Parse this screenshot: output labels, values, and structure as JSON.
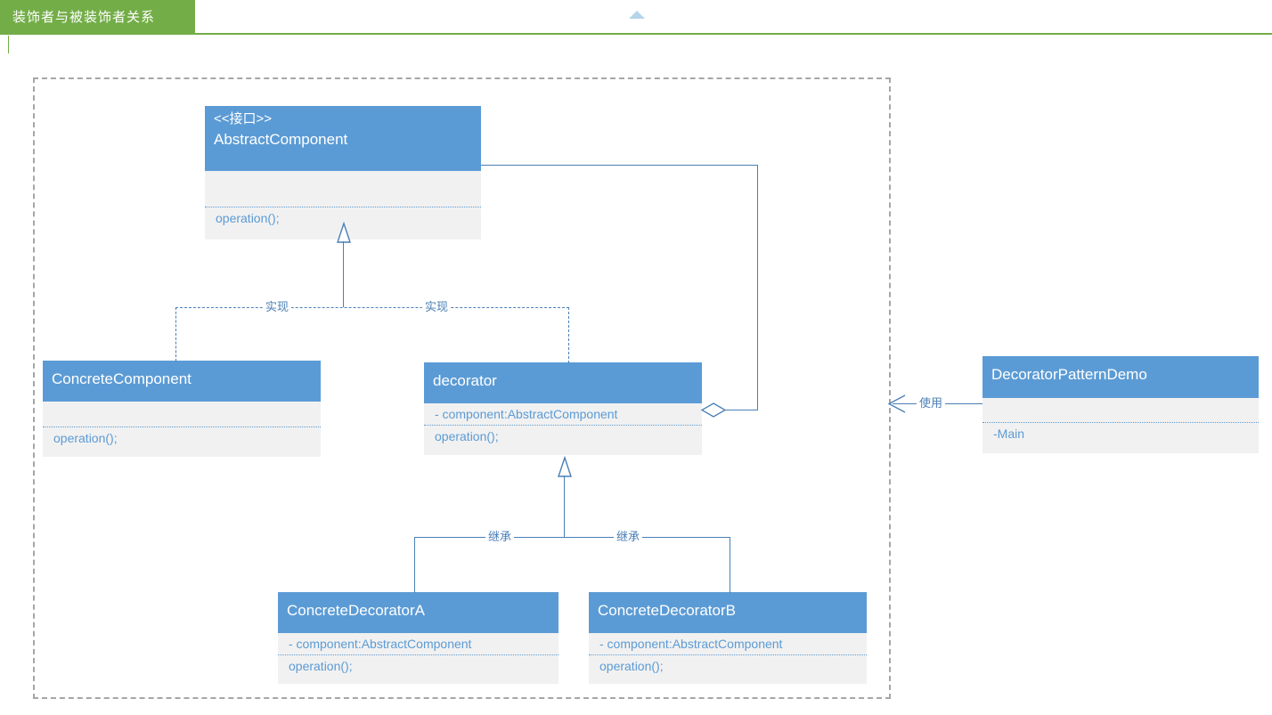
{
  "window": {
    "tab_label": "装饰者与被装饰者关系",
    "collapse_icon": "triangle-up-icon",
    "accent_green": "#73ad47",
    "accent_blue": "#5b9bd5",
    "line_blue": "#4a7fb5",
    "body_gray": "#f1f1f1",
    "group_border": "#a6a6a6"
  },
  "diagram": {
    "type": "uml-class-diagram",
    "classes": [
      {
        "id": "abstract-component",
        "stereotype": "<<接口>>",
        "name": "AbstractComponent",
        "attributes": [],
        "operations": [
          "operation();"
        ]
      },
      {
        "id": "concrete-component",
        "stereotype": "",
        "name": "ConcreteComponent",
        "attributes": [],
        "operations": [
          "operation();"
        ]
      },
      {
        "id": "decorator",
        "stereotype": "",
        "name": "decorator",
        "attributes": [
          "- component:AbstractComponent"
        ],
        "operations": [
          "operation();"
        ]
      },
      {
        "id": "decorator-pattern-demo",
        "stereotype": "",
        "name": "DecoratorPatternDemo",
        "attributes": [],
        "operations": [
          "-Main"
        ]
      },
      {
        "id": "concrete-decorator-a",
        "stereotype": "",
        "name": "ConcreteDecoratorA",
        "attributes": [
          "- component:AbstractComponent"
        ],
        "operations": [
          "operation();"
        ]
      },
      {
        "id": "concrete-decorator-b",
        "stereotype": "",
        "name": "ConcreteDecoratorB",
        "attributes": [
          "- component:AbstractComponent"
        ],
        "operations": [
          "operation();"
        ]
      }
    ],
    "relations": [
      {
        "id": "rel-impl-cc",
        "label": "实现",
        "kind": "realization",
        "from": "concrete-component",
        "to": "abstract-component"
      },
      {
        "id": "rel-impl-dec",
        "label": "实现",
        "kind": "realization",
        "from": "decorator",
        "to": "abstract-component"
      },
      {
        "id": "rel-ext-a",
        "label": "继承",
        "kind": "generalization",
        "from": "concrete-decorator-a",
        "to": "decorator"
      },
      {
        "id": "rel-ext-b",
        "label": "继承",
        "kind": "generalization",
        "from": "concrete-decorator-b",
        "to": "decorator"
      },
      {
        "id": "rel-use",
        "label": "使用",
        "kind": "dependency",
        "from": "decorator-pattern-demo",
        "to": "decorator"
      },
      {
        "id": "rel-agg",
        "label": "",
        "kind": "aggregation",
        "from": "decorator",
        "to": "abstract-component"
      }
    ]
  }
}
